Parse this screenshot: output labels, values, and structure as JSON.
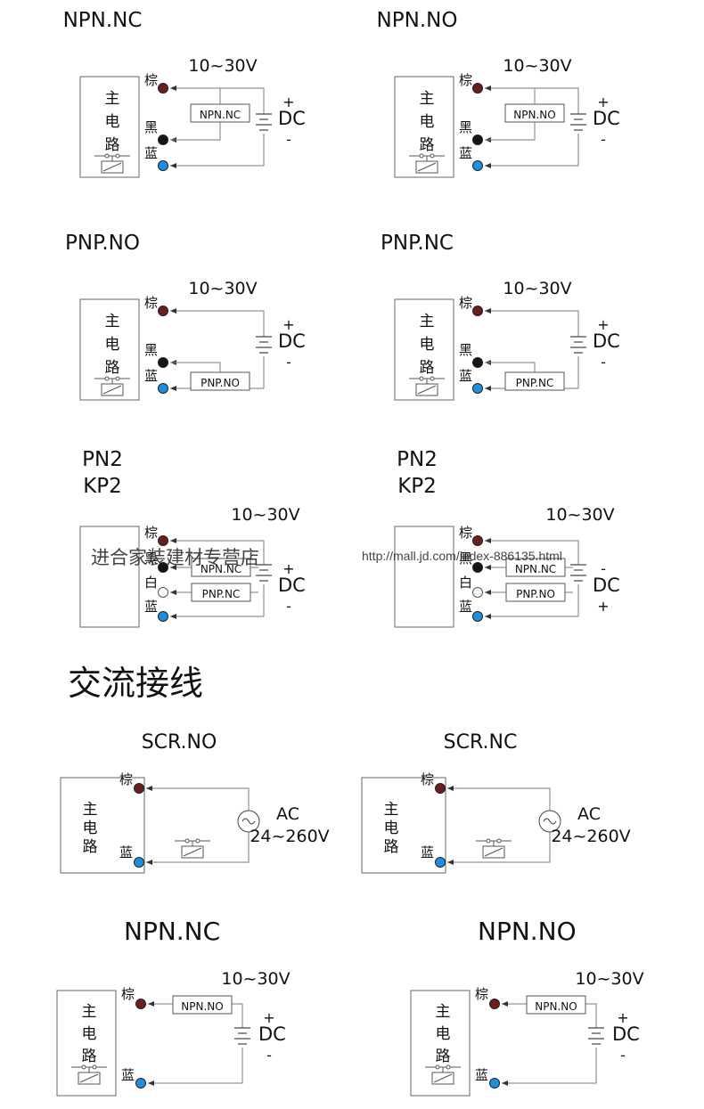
{
  "colors": {
    "brown": "#6a1f1f",
    "black": "#151515",
    "white": "#ffffff",
    "blue": "#1e8fe0",
    "line": "#7a7a7a"
  },
  "labels": {
    "main_circuit": [
      "主",
      "电",
      "路"
    ],
    "brown": "棕",
    "black": "黑",
    "white": "白",
    "blue": "蓝",
    "dc": "DC",
    "plus": "+",
    "minus": "-",
    "ac": "AC"
  },
  "section_heading": "交流接线",
  "watermarks": {
    "shop": "进合家装建材专营店",
    "url": "http://mall.jd.com/index-886135.html"
  },
  "diagrams": [
    {
      "title": [
        "NPN.NC"
      ],
      "voltage": "10~30V",
      "switch": "NPN.NC"
    },
    {
      "title": [
        "NPN.NO"
      ],
      "voltage": "10~30V",
      "switch": "NPN.NO"
    },
    {
      "title": [
        "PNP.NO"
      ],
      "voltage": "10~30V",
      "switch": "PNP.NO"
    },
    {
      "title": [
        "PNP.NC"
      ],
      "voltage": "10~30V",
      "switch": "PNP.NC"
    },
    {
      "title": [
        "PN2",
        "KP2"
      ],
      "voltage": "10~30V",
      "switches": [
        "NPN.NC",
        "PNP.NC"
      ]
    },
    {
      "title": [
        "PN2",
        "KP2"
      ],
      "voltage": "10~30V",
      "switches": [
        "NPN.NC",
        "PNP.NO"
      ]
    },
    {
      "title": [
        "SCR.NO"
      ],
      "voltage": [
        "AC",
        "24~260V"
      ]
    },
    {
      "title": [
        "SCR.NC"
      ],
      "voltage": [
        "AC",
        "24~260V"
      ]
    },
    {
      "title": [
        "NPN.NC"
      ],
      "voltage": "10~30V",
      "switch": "NPN.NO"
    },
    {
      "title": [
        "NPN.NO"
      ],
      "voltage": "10~30V",
      "switch": "NPN.NO"
    }
  ]
}
